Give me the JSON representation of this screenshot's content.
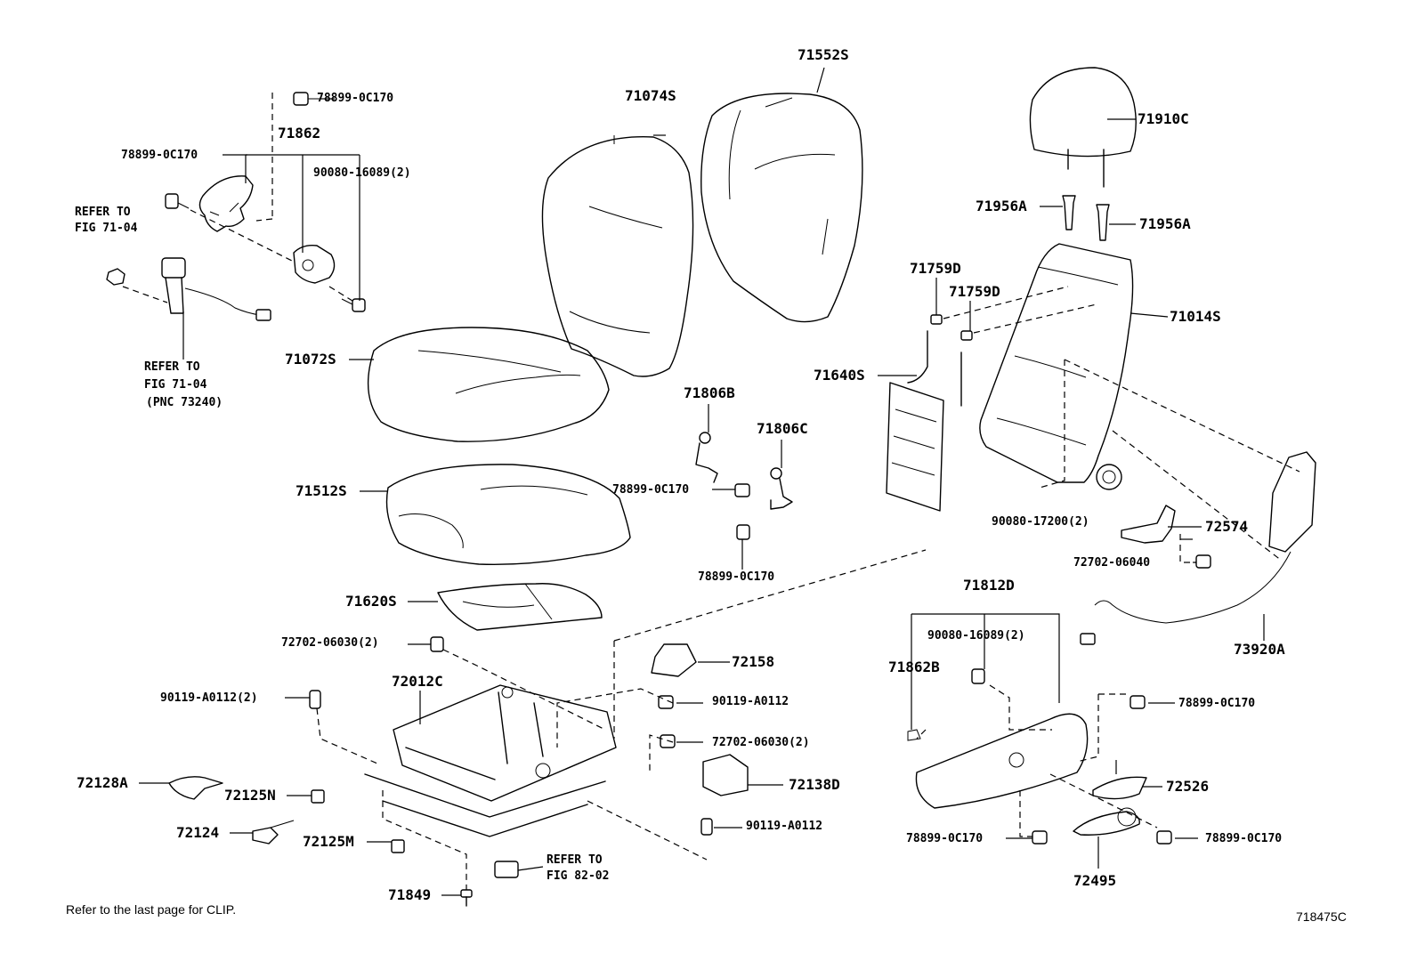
{
  "labels": {
    "p78899_0c170_top": "78899-0C170",
    "p71862": "71862",
    "p78899_0c170_left": "78899-0C170",
    "p90080_16089_top": "90080-16089(2)",
    "refer_fig_7104_a_l1": "REFER TO",
    "refer_fig_7104_a_l2": "FIG 71-04",
    "refer_fig_7104_b_l1": "REFER TO",
    "refer_fig_7104_b_l2": "FIG 71-04",
    "refer_fig_7104_b_l3": "(PNC 73240)",
    "p71074S": "71074S",
    "p71552S": "71552S",
    "p71910C": "71910C",
    "p71956A_left": "71956A",
    "p71956A_right": "71956A",
    "p71759D_a": "71759D",
    "p71759D_b": "71759D",
    "p71014S": "71014S",
    "p71072S": "71072S",
    "p71640S": "71640S",
    "p71806B": "71806B",
    "p71806C": "71806C",
    "p78899_0c170_mid": "78899-0C170",
    "p71512S": "71512S",
    "p78899_0c170_mid2": "78899-0C170",
    "p90080_17200": "90080-17200(2)",
    "p72574": "72574",
    "p72702_06040": "72702-06040",
    "p71620S": "71620S",
    "p71812D": "71812D",
    "p72702_06030_left": "72702-06030(2)",
    "p72158": "72158",
    "p90080_16089_right": "90080-16089(2)",
    "p73920A": "73920A",
    "p72012C": "72012C",
    "p71862B": "71862B",
    "p90119_a0112_left": "90119-A0112(2)",
    "p90119_a0112_mid": "90119-A0112",
    "p78899_0c170_right": "78899-0C170",
    "p72702_06030_mid": "72702-06030(2)",
    "p72128A": "72128A",
    "p72125N": "72125N",
    "p72138D": "72138D",
    "p72526": "72526",
    "p72124": "72124",
    "p72125M": "72125M",
    "p90119_a0112_low": "90119-A0112",
    "p78899_0c170_br1": "78899-0C170",
    "p78899_0c170_br2": "78899-0C170",
    "p72495": "72495",
    "refer_fig_8202_l1": "REFER TO",
    "refer_fig_8202_l2": "FIG 82-02",
    "p71849": "71849"
  },
  "footer": {
    "note": "Refer to the last page for CLIP.",
    "figure_id": "718475C"
  }
}
